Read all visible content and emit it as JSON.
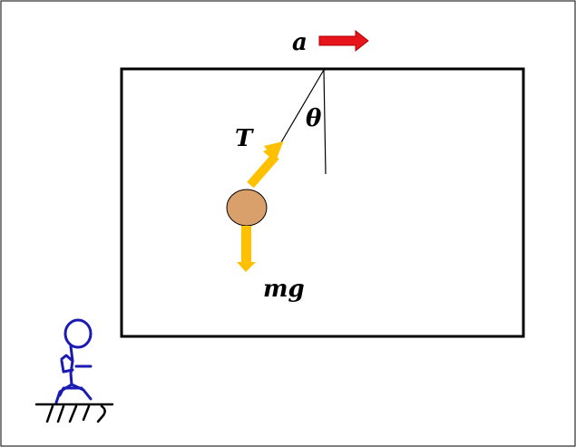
{
  "labels": {
    "acceleration": "a",
    "tension": "T",
    "angle": "θ",
    "weight": "mg"
  },
  "colors": {
    "frame": "#000000",
    "acceleration_arrow": "#e8141c",
    "acceleration_arrow_outline": "#b00000",
    "force_arrows": "#ffc000",
    "bob_fill": "#d9a06b",
    "bob_outline": "#000000",
    "observer": "#1a1ab4",
    "ground": "#000000"
  },
  "icons": {
    "observer": "stick-figure-observer-icon",
    "ground": "hatched-ground-icon"
  }
}
